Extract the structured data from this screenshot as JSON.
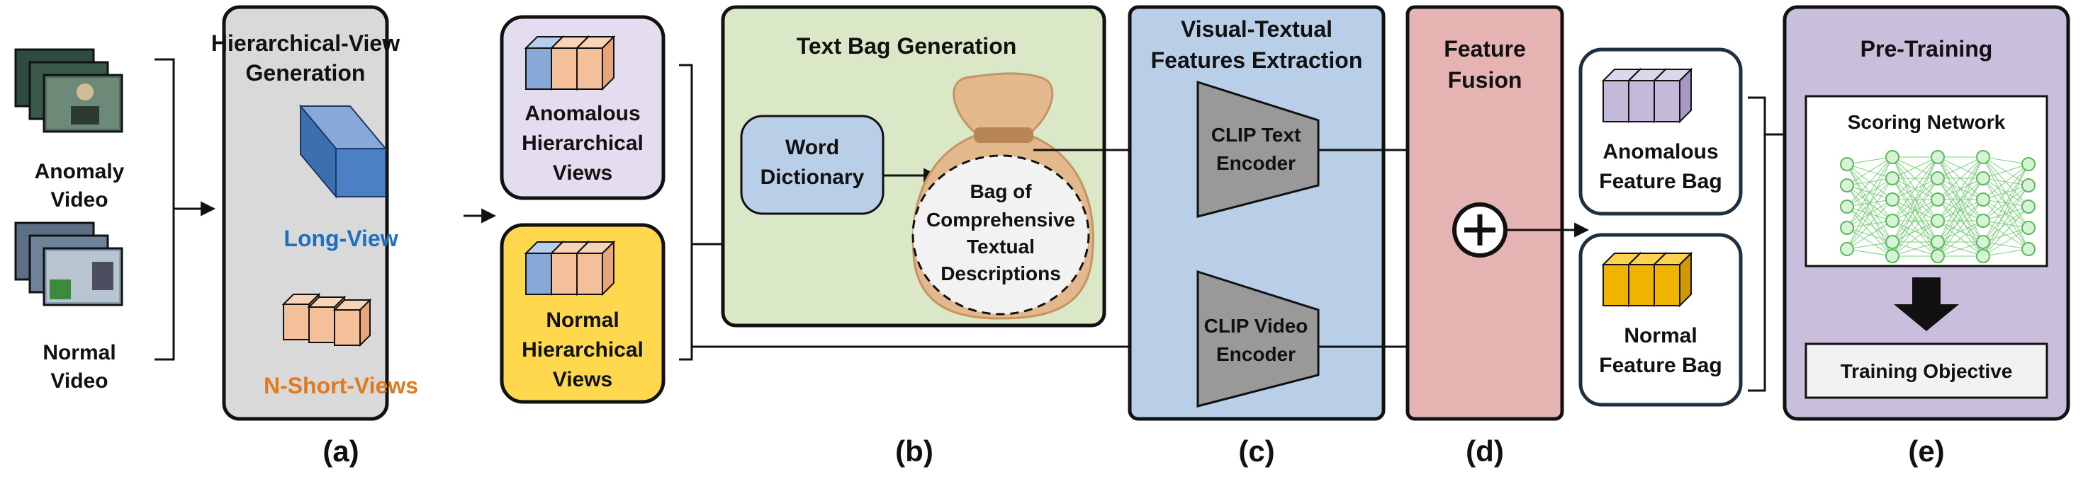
{
  "inputs": {
    "anomaly_label_1": "Anomaly",
    "anomaly_label_2": "Video",
    "normal_label_1": "Normal",
    "normal_label_2": "Video"
  },
  "panel_a": {
    "title_1": "Hierarchical-View",
    "title_2": "Generation",
    "long_view": "Long-View",
    "short_views": "N-Short-Views",
    "caption": "(a)",
    "long_color": "#1f6fc0",
    "short_color": "#e07a1f"
  },
  "views": {
    "anomalous_1": "Anomalous",
    "anomalous_2": "Hierarchical",
    "anomalous_3": "Views",
    "normal_1": "Normal",
    "normal_2": "Hierarchical",
    "normal_3": "Views"
  },
  "panel_b": {
    "title": "Text Bag Generation",
    "word_1": "Word",
    "word_2": "Dictionary",
    "bag_1": "Bag of",
    "bag_2": "Comprehensive",
    "bag_3": "Textual",
    "bag_4": "Descriptions",
    "caption": "(b)"
  },
  "panel_c": {
    "title_1": "Visual-Textual",
    "title_2": "Features Extraction",
    "text_enc_1": "CLIP Text",
    "text_enc_2": "Encoder",
    "video_enc_1": "CLIP Video",
    "video_enc_2": "Encoder",
    "caption": "(c)"
  },
  "panel_d": {
    "title_1": "Feature",
    "title_2": "Fusion",
    "caption": "(d)"
  },
  "bags": {
    "anomalous_1": "Anomalous",
    "anomalous_2": "Feature Bag",
    "normal_1": "Normal",
    "normal_2": "Feature Bag"
  },
  "panel_e": {
    "title": "Pre-Training",
    "scoring": "Scoring Network",
    "objective": "Training Objective",
    "caption": "(e)"
  }
}
